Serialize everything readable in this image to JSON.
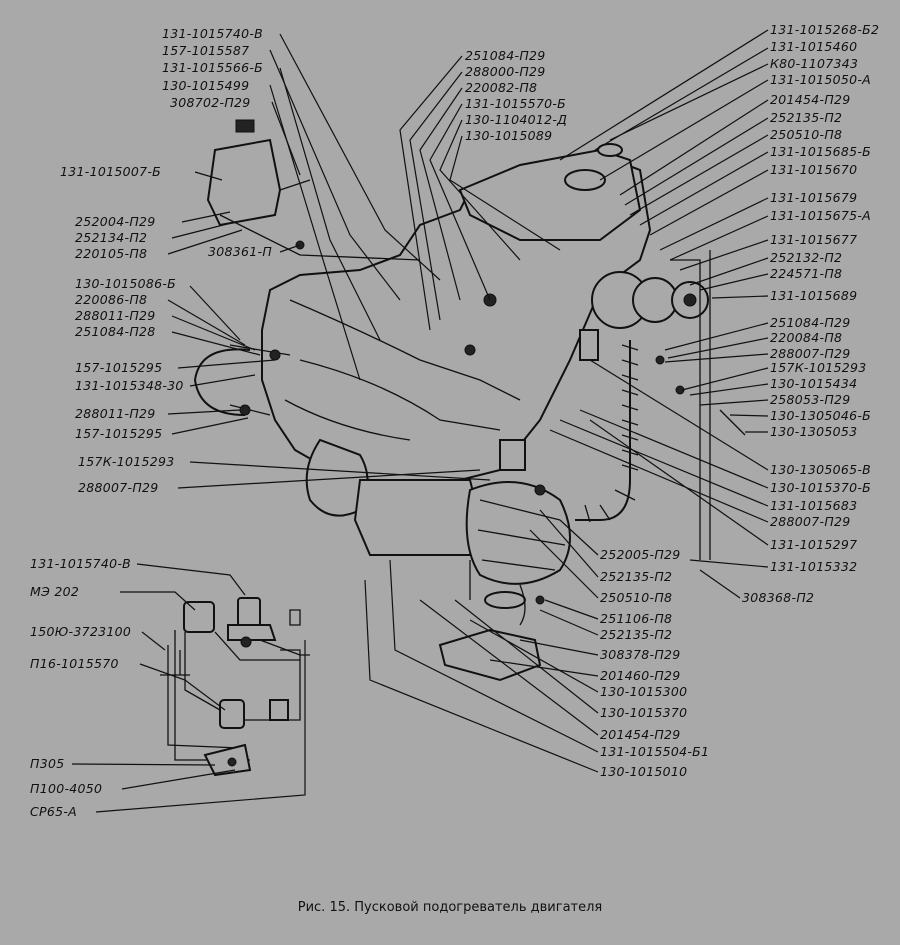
{
  "caption": "Рис. 15. Пусковой подогреватель двигателя",
  "labels_left": [
    "131-1015740-В",
    "157-1015587",
    "131-1015566-Б",
    "130-1015499",
    "308702-П29",
    "131-1015007-Б",
    "252004-П29",
    "252134-П2",
    "220105-П8",
    "308361-П",
    "130-1015086-Б",
    "220086-П8",
    "288011-П29",
    "251084-П28",
    "157-1015295",
    "131-1015348-30",
    "288011-П29",
    "157-1015295",
    "157К-1015293",
    "288007-П29"
  ],
  "labels_top": [
    "251084-П29",
    "288000-П29",
    "220082-П8",
    "131-1015570-Б",
    "130-1104012-Д",
    "130-1015089"
  ],
  "labels_right": [
    "131-1015268-Б2",
    "131-1015460",
    "К80-1107343",
    "131-1015050-А",
    "201454-П29",
    "252135-П2",
    "250510-П8",
    "131-1015685-Б",
    "131-1015670",
    "131-1015679",
    "131-1015675-А",
    "131-1015677",
    "252132-П2",
    "224571-П8",
    "131-1015689",
    "251084-П29",
    "220084-П8",
    "288007-П29",
    "157К-1015293",
    "130-1015434",
    "258053-П29",
    "130-1305046-Б",
    "130-1305053",
    "130-1305065-В",
    "130-1015370-Б",
    "131-1015683",
    "288007-П29",
    "131-1015297",
    "131-1015332",
    "308368-П2"
  ],
  "labels_bottom_center": [
    "252005-П29",
    "252135-П2",
    "250510-П8",
    "251106-П8",
    "252135-П2",
    "308378-П29",
    "201460-П29",
    "130-1015300",
    "130-1015370",
    "201454-П29",
    "131-1015504-Б1",
    "130-1015010"
  ],
  "labels_inset": [
    "131-1015740-В",
    "МЭ 202",
    "150Ю-3723100",
    "П16-1015570",
    "П305",
    "П100-4050",
    "СР65-А"
  ]
}
